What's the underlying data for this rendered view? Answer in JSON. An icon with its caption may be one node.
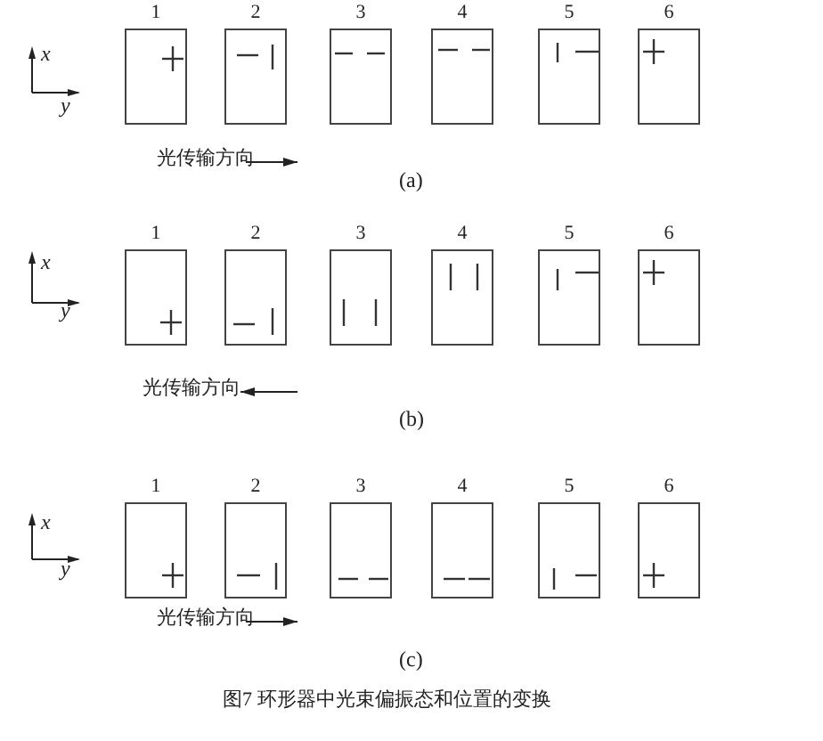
{
  "diagram": {
    "caption": "图7 环形器中光束偏振态和位置的变换",
    "nodes": [
      {
        "text": [
          "1"
        ]
      },
      {
        "text": [
          "2"
        ]
      },
      {
        "text": [
          "3"
        ]
      },
      {
        "text": [
          "4"
        ]
      },
      {
        "text": [
          "5"
        ]
      },
      {
        "text": [
          "6"
        ]
      },
      {
        "text": [
          "1"
        ]
      },
      {
        "text": [
          "2"
        ]
      },
      {
        "text": [
          "3"
        ]
      },
      {
        "text": [
          "4"
        ]
      },
      {
        "text": [
          "5"
        ]
      },
      {
        "text": [
          "6"
        ]
      },
      {
        "text": [
          "1"
        ]
      },
      {
        "text": [
          "2"
        ]
      },
      {
        "text": [
          "3"
        ]
      },
      {
        "text": [
          "4"
        ]
      },
      {
        "text": [
          "5"
        ]
      },
      {
        "text": [
          "6"
        ]
      }
    ],
    "edges": [],
    "labels": [
      "x",
      "y",
      "光传输方向",
      "(a)",
      "x",
      "y",
      "光传输方向",
      "(b)",
      "x",
      "y",
      "光传输方向",
      "(c)"
    ]
  }
}
